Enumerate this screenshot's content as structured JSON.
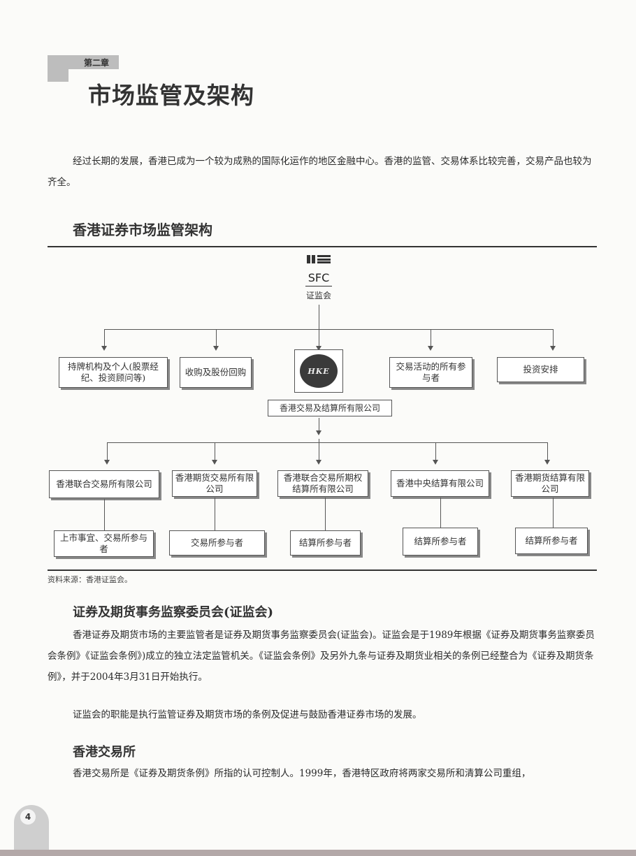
{
  "chapter": {
    "label": "第二章",
    "title": "市场监管及架构"
  },
  "intro": "经过长期的发展，香港已成为一个较为成熟的国际化运作的地区金融中心。香港的监管、交易体系比较完善，交易产品也较为齐全。",
  "chart": {
    "title": "香港证券市场监管架构",
    "sfc": {
      "name": "SFC",
      "cn": "证监会"
    },
    "level1": [
      "持牌机构及个人(股票经纪、投资顾问等)",
      "收购及股份回购",
      "交易活动的所有参与者",
      "投资安排"
    ],
    "hke": {
      "logo_text": "HKE",
      "label": "香港交易及结算所有限公司"
    },
    "level2": [
      "香港联合交易所有限公司",
      "香港期货交易所有限公司",
      "香港联合交易所期权结算所有限公司",
      "香港中央结算有限公司",
      "香港期货结算有限公司"
    ],
    "level3": [
      "上市事宜、交易所参与者",
      "交易所参与者",
      "结算所参与者",
      "结算所参与者",
      "结算所参与者"
    ],
    "source": "资料来源：香港证监会。"
  },
  "sections": [
    {
      "heading": "证券及期货事务监察委员会(证监会)",
      "paragraphs": [
        "香港证券及期货市场的主要监管者是证券及期货事务监察委员会(证监会)。证监会是于1989年根据《证券及期货事务监察委员会条例》《证监会条例》)成立的独立法定监管机关。《证监会条例》及另外九条与证券及期货业相关的条例已经整合为《证券及期货条例》，并于2004年3月31日开始执行。",
        "证监会的职能是执行监管证券及期货市场的条例及促进与鼓励香港证券市场的发展。"
      ]
    },
    {
      "heading": "香港交易所",
      "paragraphs": [
        "香港交易所是《证券及期货条例》所指的认可控制人。1999年，香港特区政府将两家交易所和清算公司重组，"
      ]
    }
  ],
  "page_number": "4"
}
